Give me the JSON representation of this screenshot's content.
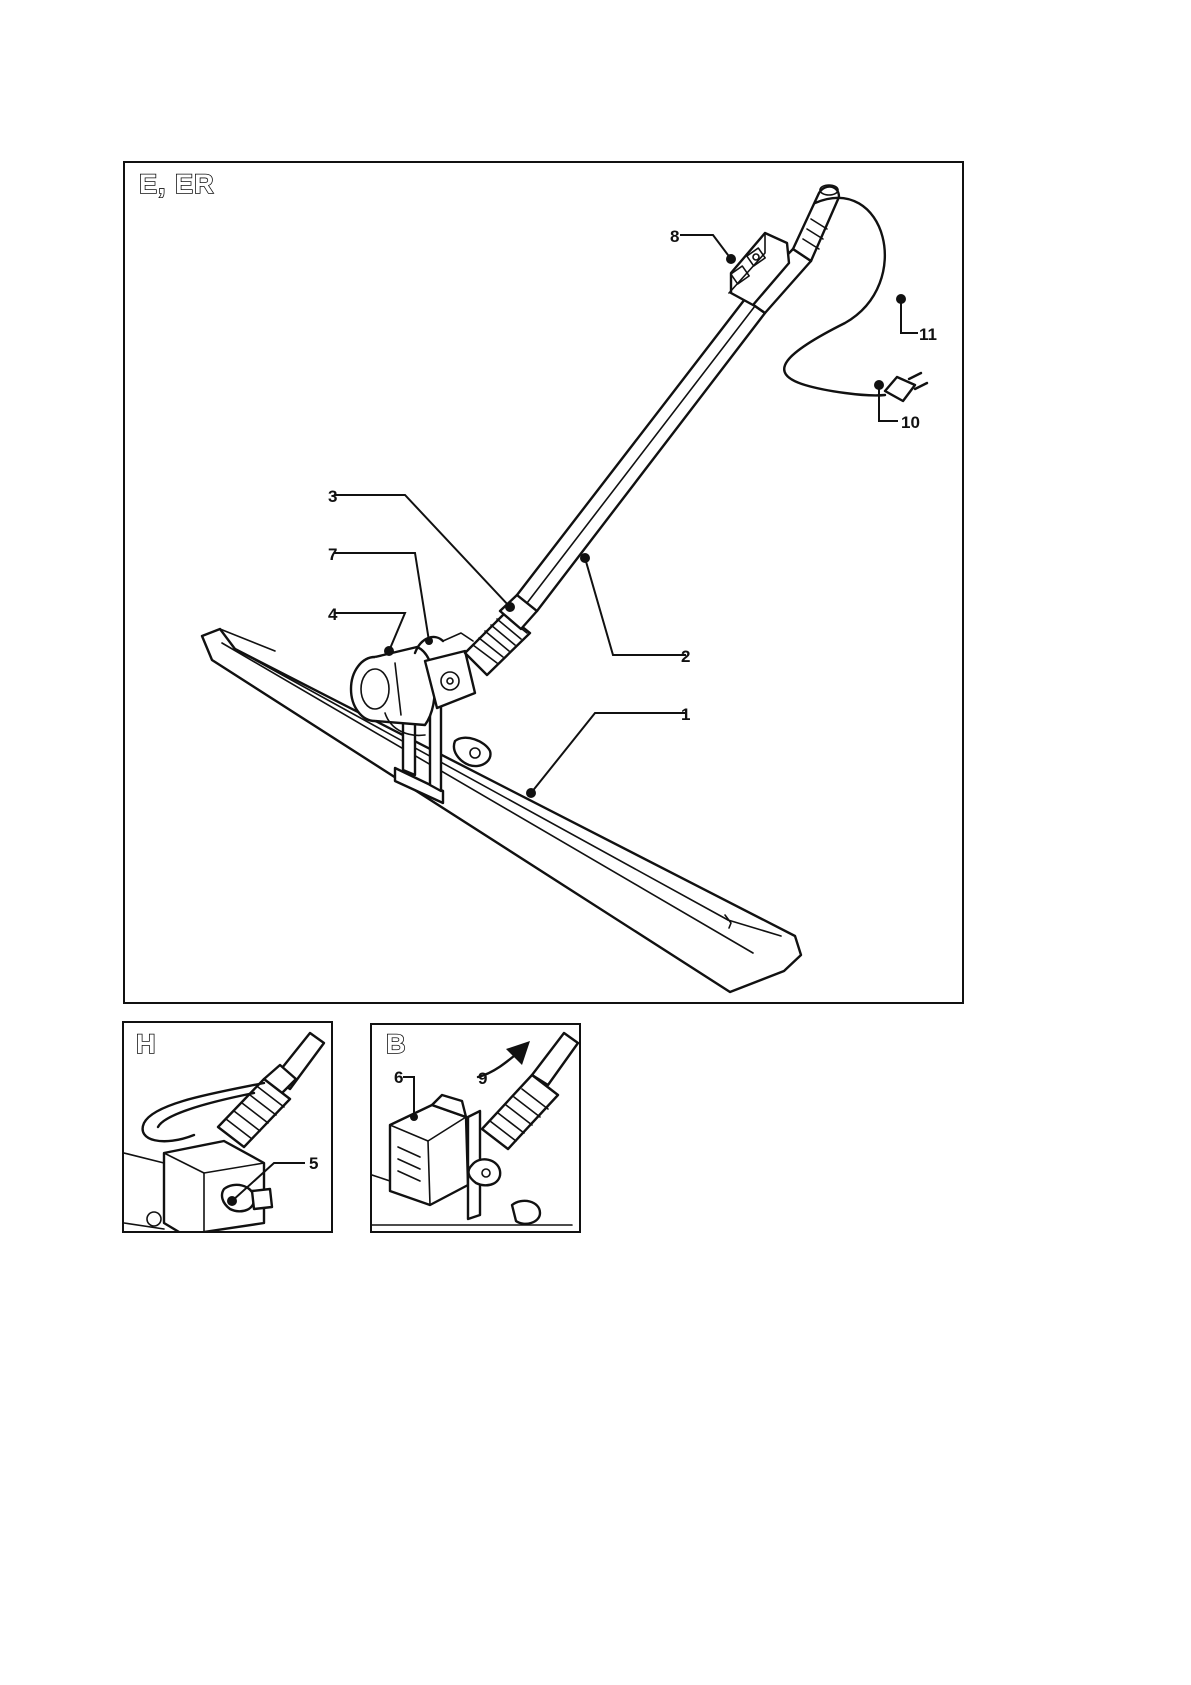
{
  "panels": {
    "main": {
      "label": "E, ER"
    },
    "h": {
      "label": "H"
    },
    "b": {
      "label": "B"
    }
  },
  "callouts": {
    "c1": "1",
    "c2": "2",
    "c3": "3",
    "c4": "4",
    "c5": "5",
    "c6": "6",
    "c7": "7",
    "c8": "8",
    "c9": "9",
    "c10": "10",
    "c11": "11"
  }
}
